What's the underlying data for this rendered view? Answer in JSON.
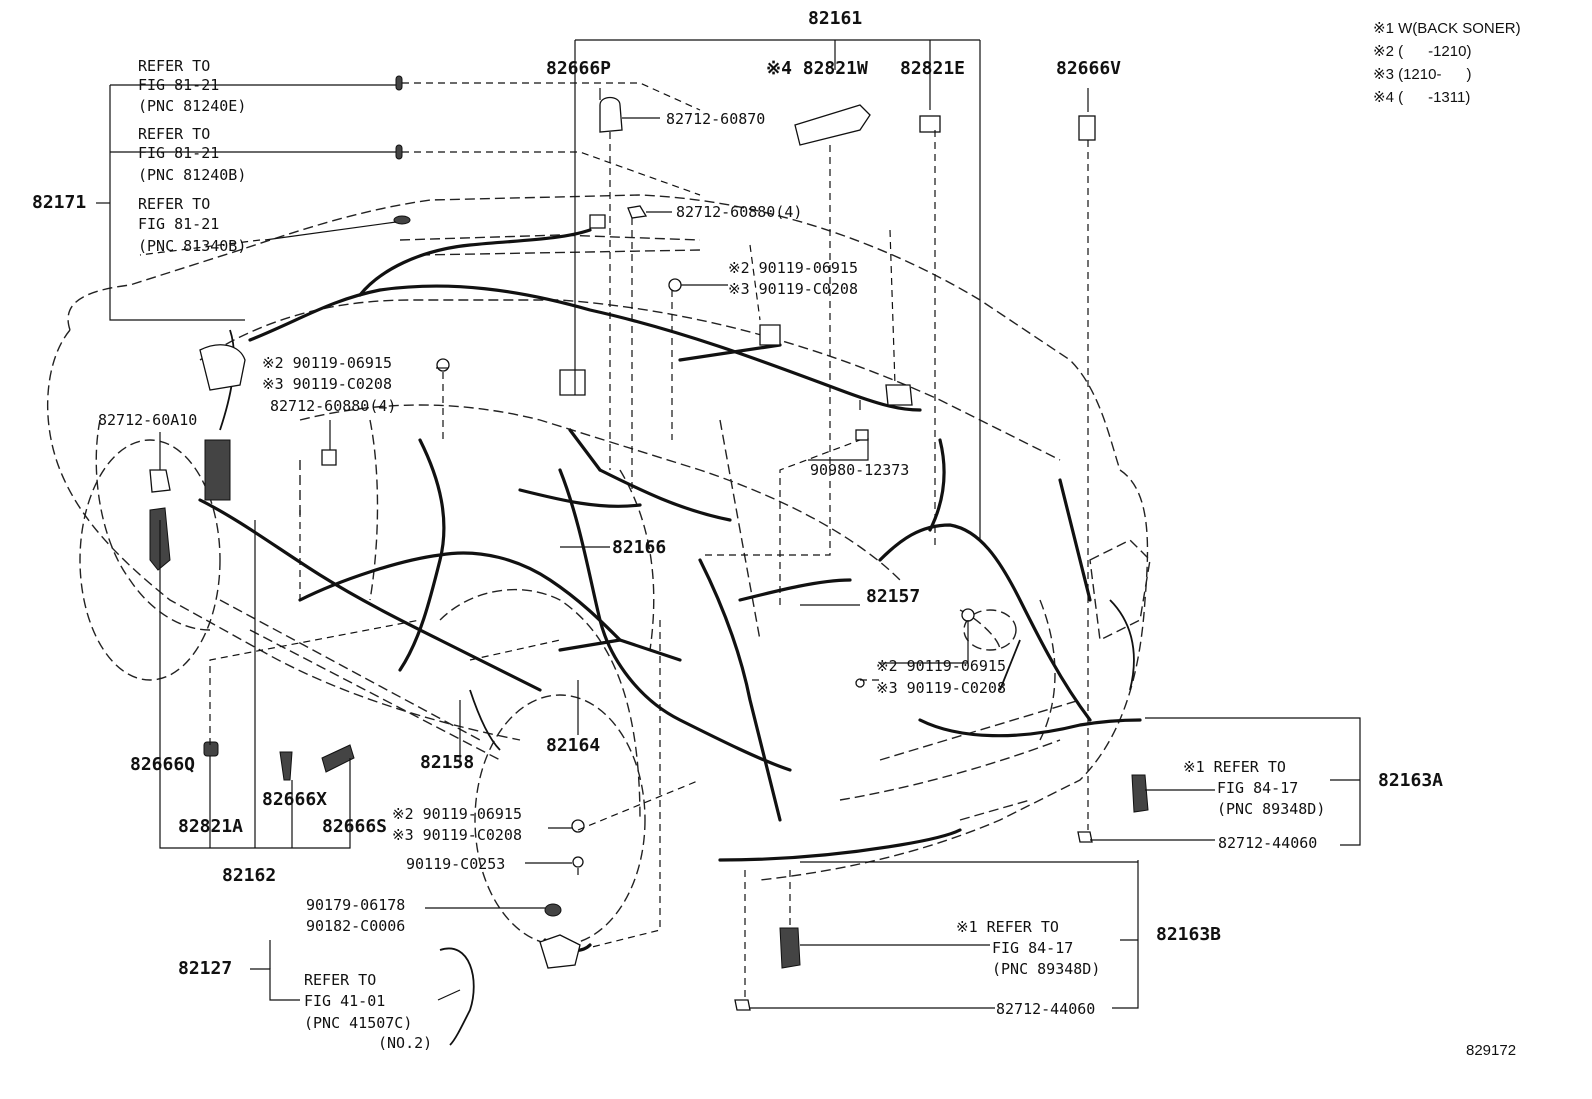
{
  "legend": {
    "note1": "※1 W(BACK SONER)",
    "note2": "※2 (      -1210)",
    "note3": "※3 (1210-      )",
    "note4": "※4 (      -1311)"
  },
  "figure_number": "829172",
  "parts": {
    "p82161": "82161",
    "p82666P": "82666P",
    "p82821W": "※4 82821W",
    "p82821E": "82821E",
    "p82666V": "82666V",
    "p82171": "82171",
    "p82712_60870": "82712-60870",
    "p82712_60880_top": "82712-60880(4)",
    "p90119_06915_top_a": "※2 90119-06915",
    "p90119_C0208_top_a": "※3 90119-C0208",
    "p90119_06915_mid": "※2 90119-06915",
    "p90119_C0208_mid": "※3 90119-C0208",
    "p82712_60880_mid": "82712-60880(4)",
    "p82712_60A10": "82712-60A10",
    "p90980_12373": "90980-12373",
    "p82166": "82166",
    "p82157": "82157",
    "p90119_06915_right": "※2 90119-06915",
    "p90119_C0208_right": "※3 90119-C0208",
    "p82163A": "82163A",
    "p82712_44060_a": "82712-44060",
    "p82163B": "82163B",
    "p82712_44060_b": "82712-44060",
    "p82666Q": "82666Q",
    "p82821A": "82821A",
    "p82666X": "82666X",
    "p82666S": "82666S",
    "p82162": "82162",
    "p82158": "82158",
    "p82164": "82164",
    "p90119_06915_low": "※2 90119-06915",
    "p90119_C0208_low": "※3 90119-C0208",
    "p90119_C0253": "90119-C0253",
    "p90179_06178": "90179-06178",
    "p90182_C0006": "90182-C0006",
    "p82127": "82127"
  },
  "references": {
    "r1": {
      "line1": "REFER TO",
      "line2": "FIG 81-21",
      "line3": "(PNC 81240E)"
    },
    "r2": {
      "line1": "REFER TO",
      "line2": "FIG 81-21",
      "line3": "(PNC 81240B)"
    },
    "r3": {
      "line1": "REFER TO",
      "line2": "FIG 81-21",
      "line3": "(PNC 81340B)"
    },
    "r4": {
      "line1": "※1 REFER TO",
      "line2": "FIG 84-17",
      "line3": "(PNC 89348D)"
    },
    "r5": {
      "line1": "※1 REFER TO",
      "line2": "FIG 84-17",
      "line3": "(PNC 89348D)"
    },
    "r6": {
      "line1": "REFER TO",
      "line2": "FIG 41-01",
      "line3": "(PNC 41507C)",
      "line4": "(NO.2)"
    }
  }
}
